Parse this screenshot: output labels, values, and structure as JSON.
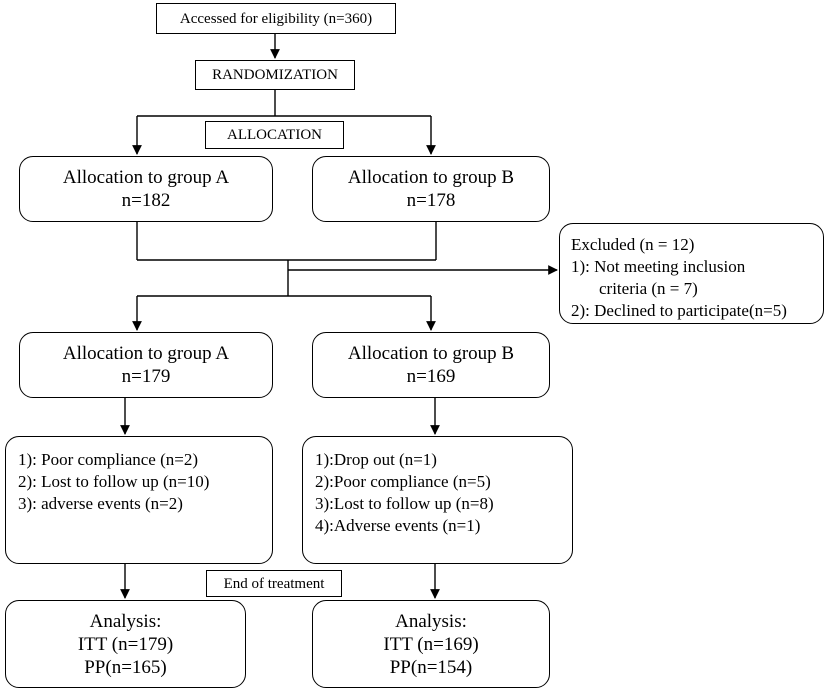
{
  "eligibility": "Accessed  for eligibility (n=360)",
  "randomization": "RANDOMIZATION",
  "allocation_label": "ALLOCATION",
  "stage1": {
    "group_a": {
      "title": "Allocation to group A",
      "n": "n=182"
    },
    "group_b": {
      "title": "Allocation to group B",
      "n": "n=178"
    }
  },
  "excluded": {
    "title": "Excluded (n = 12)",
    "line1": "1): Not meeting inclusion",
    "line2": "criteria (n = 7)",
    "line3": "2): Declined to participate(n=5)"
  },
  "stage2": {
    "group_a": {
      "title": "Allocation to group A",
      "n": "n=179"
    },
    "group_b": {
      "title": "Allocation to group B",
      "n": "n=169"
    }
  },
  "dropout_a": [
    "1): Poor compliance (n=2)",
    "2):  Lost to follow up (n=10)",
    "3):  adverse events (n=2)"
  ],
  "dropout_b": [
    "1):Drop out (n=1)",
    "2):Poor compliance (n=5)",
    "3):Lost to follow up (n=8)",
    "4):Adverse events (n=1)"
  ],
  "end_of_treatment": "End of treatment",
  "analysis_a": {
    "title": "Analysis:",
    "itt": "ITT (n=179)",
    "pp": "PP(n=165)"
  },
  "analysis_b": {
    "title": "Analysis:",
    "itt": "ITT (n=169)",
    "pp": "PP(n=154)"
  }
}
